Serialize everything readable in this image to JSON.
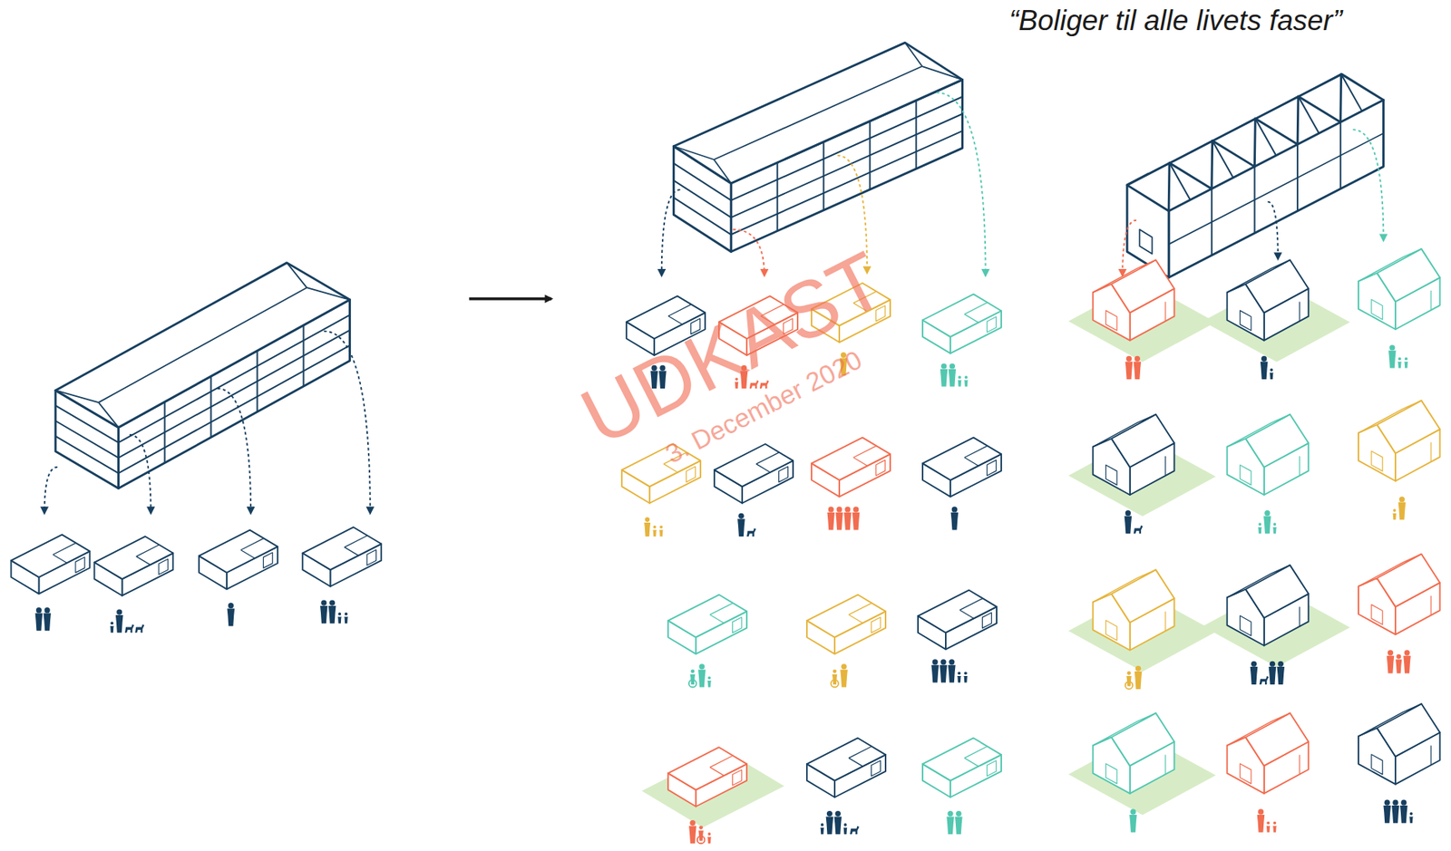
{
  "diagram": {
    "title": "“Boliger til alle livets faser”",
    "labels": [
      "UDKAST",
      "3. December 2020"
    ]
  }
}
